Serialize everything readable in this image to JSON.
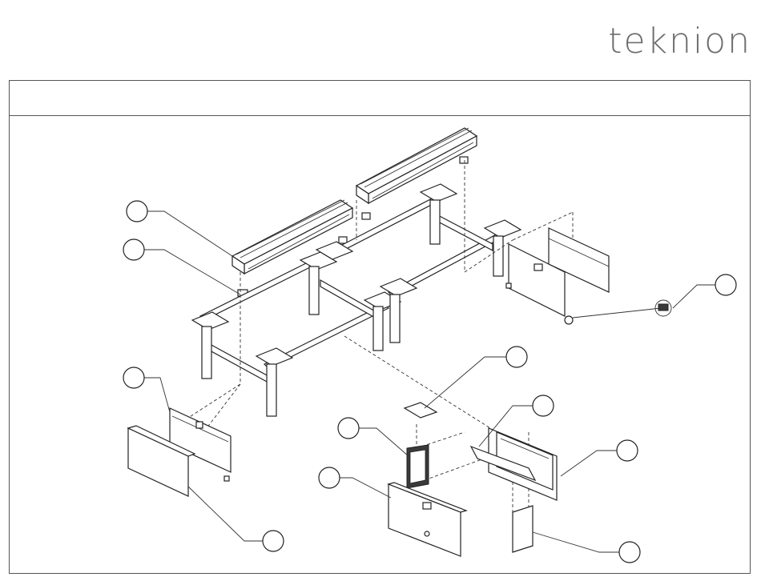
{
  "brand": {
    "logo_text": "teknion"
  },
  "title_block": {
    "title": ""
  },
  "colors": {
    "line": "#222222",
    "logo": "#6e6e6e"
  },
  "callouts": [
    {
      "id": "c1",
      "label": ""
    },
    {
      "id": "c2",
      "label": ""
    },
    {
      "id": "c3",
      "label": ""
    },
    {
      "id": "c4",
      "label": ""
    },
    {
      "id": "c5",
      "label": ""
    },
    {
      "id": "c6",
      "label": ""
    },
    {
      "id": "c7",
      "label": ""
    },
    {
      "id": "c8",
      "label": ""
    },
    {
      "id": "c9",
      "label": ""
    },
    {
      "id": "c10",
      "label": ""
    },
    {
      "id": "c11",
      "label": ""
    }
  ]
}
